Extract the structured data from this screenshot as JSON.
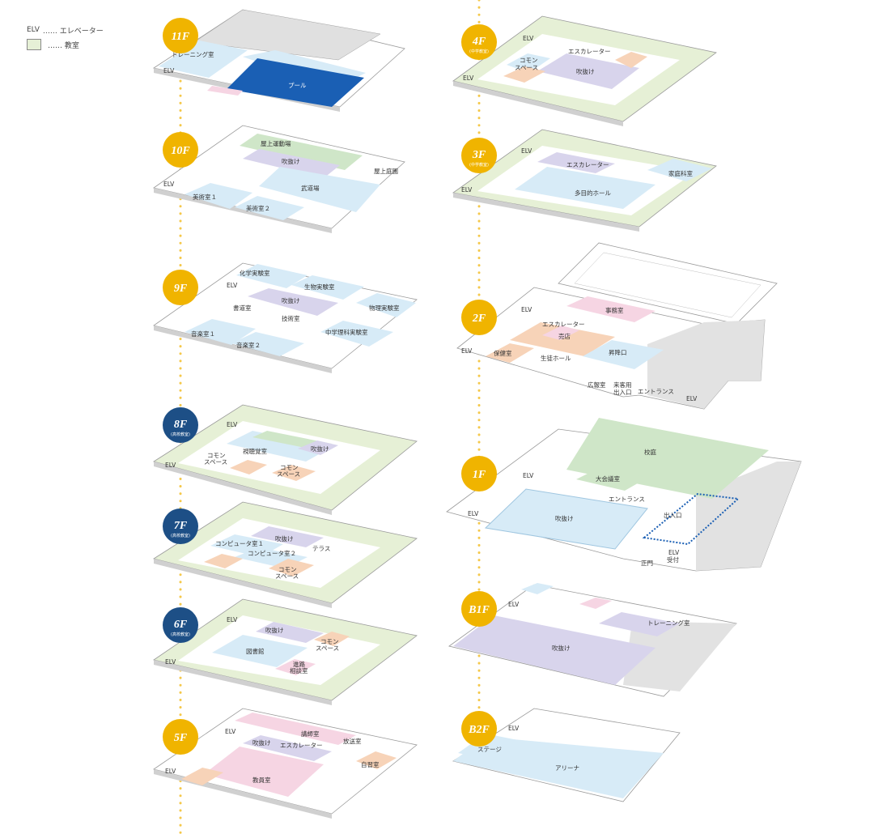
{
  "legend": {
    "elv_key": "ELV",
    "elv_desc": "…… エレベーター",
    "room_desc": "…… 教室",
    "room_color": "#e6f0d6"
  },
  "colors": {
    "floor_base": "#ffffff",
    "corridor": "#ffffff",
    "classroom": "#e6f0d6",
    "lightblue": "#d7ebf7",
    "lavender": "#d8d4ec",
    "green": "#cfe6c8",
    "peach": "#f7d3b8",
    "pink": "#f6d5e3",
    "gray": "#d9d9d9",
    "pool": "#1a5fb4",
    "gold": "#f0b400",
    "navy": "#1d4f86",
    "dot": "#f5c84a"
  },
  "floors": [
    {
      "id": "11F",
      "badge": "11F",
      "sub": "",
      "rooms": [
        "トレーニング室",
        "ELV",
        "プール"
      ]
    },
    {
      "id": "10F",
      "badge": "10F",
      "sub": "",
      "rooms": [
        "屋上運動場",
        "吹抜け",
        "屋上庭園",
        "ELV",
        "武道場",
        "美術室１",
        "美術室２"
      ]
    },
    {
      "id": "9F",
      "badge": "9F",
      "sub": "",
      "rooms": [
        "化学実験室",
        "生物実験室",
        "ELV",
        "吹抜け",
        "書道室",
        "物理実験室",
        "技術室",
        "音楽室１",
        "中学理科実験室",
        "音楽室２"
      ]
    },
    {
      "id": "8F",
      "badge": "8F",
      "sub": "(高校教室)",
      "rooms": [
        "ELV",
        "吹抜け",
        "視聴覚室",
        "コモン",
        "スペース",
        "コモン",
        "スペース",
        "ELV"
      ]
    },
    {
      "id": "7F",
      "badge": "7F",
      "sub": "(高校教室)",
      "rooms": [
        "吹抜け",
        "コンピュータ室１",
        "テラス",
        "コンピュータ室２",
        "コモン",
        "スペース"
      ]
    },
    {
      "id": "6F",
      "badge": "6F",
      "sub": "(高校教室)",
      "rooms": [
        "ELV",
        "吹抜け",
        "コモン",
        "スペース",
        "図書館",
        "進路",
        "相談室",
        "ELV"
      ]
    },
    {
      "id": "5F",
      "badge": "5F",
      "sub": "",
      "rooms": [
        "ELV",
        "講師室",
        "吹抜け",
        "エスカレーター",
        "放送室",
        "自習室",
        "ELV",
        "教員室"
      ]
    },
    {
      "id": "4F",
      "badge": "4F",
      "sub": "(中学教室)",
      "rooms": [
        "ELV",
        "エスカレーター",
        "コモン",
        "スペース",
        "吹抜け",
        "ELV"
      ]
    },
    {
      "id": "3F",
      "badge": "3F",
      "sub": "(中学教室)",
      "rooms": [
        "ELV",
        "エスカレーター",
        "家庭科室",
        "多目的ホール",
        "ELV"
      ]
    },
    {
      "id": "2F",
      "badge": "2F",
      "sub": "",
      "rooms": [
        "ELV",
        "事務室",
        "エスカレーター",
        "売店",
        "保健室",
        "生徒ホール",
        "昇降口",
        "広報室",
        "来客用",
        "出入口",
        "エントランス",
        "ELV",
        "ELV"
      ]
    },
    {
      "id": "1F",
      "badge": "1F",
      "sub": "",
      "rooms": [
        "校庭",
        "ELV",
        "大会議室",
        "エントランス",
        "出入口",
        "吹抜け",
        "ELV",
        "ELV",
        "受付",
        "正門"
      ]
    },
    {
      "id": "B1F",
      "badge": "B1F",
      "sub": "",
      "rooms": [
        "ELV",
        "トレーニング室",
        "吹抜け"
      ]
    },
    {
      "id": "B2F",
      "badge": "B2F",
      "sub": "",
      "rooms": [
        "ELV",
        "ステージ",
        "アリーナ"
      ]
    }
  ]
}
